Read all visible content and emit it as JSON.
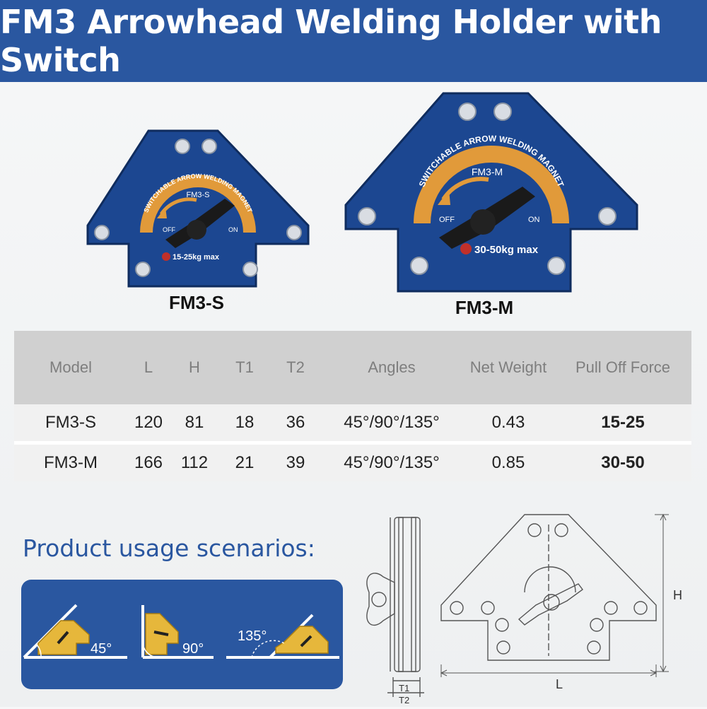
{
  "header": {
    "title": "FM3 Arrowhead Welding Holder with Switch"
  },
  "products": [
    {
      "label": "FM3-S",
      "badge_text": "SWITCHABLE ARROW WELDING MAGNET",
      "model_text": "FM3-S",
      "off_label": "OFF",
      "on_label": "ON",
      "capacity": "15-25kg max"
    },
    {
      "label": "FM3-M",
      "badge_text": "SWITCHABLE ARROW WELDING MAGNET",
      "model_text": "FM3-M",
      "off_label": "OFF",
      "on_label": "ON",
      "capacity": "30-50kg max"
    }
  ],
  "spec_table": {
    "headers": [
      "Model",
      "L",
      "H",
      "T1",
      "T2",
      "Angles",
      "Net Weight",
      "Pull Off Force"
    ],
    "rows": [
      [
        "FM3-S",
        "120",
        "81",
        "18",
        "36",
        "45°/90°/135°",
        "0.43",
        "15-25"
      ],
      [
        "FM3-M",
        "166",
        "112",
        "21",
        "39",
        "45°/90°/135°",
        "0.85",
        "30-50"
      ]
    ]
  },
  "usage": {
    "title": "Product usage scenarios:",
    "angles": [
      "45°",
      "90°",
      "135°"
    ]
  },
  "drawing": {
    "labels": {
      "h": "H",
      "l": "L",
      "t1": "T1",
      "t2": "T2"
    }
  },
  "colors": {
    "brand_blue": "#2a57a0",
    "magnet_blue": "#1c4791",
    "dial_orange": "#e19a3a",
    "usage_yellow": "#e6b73b"
  }
}
